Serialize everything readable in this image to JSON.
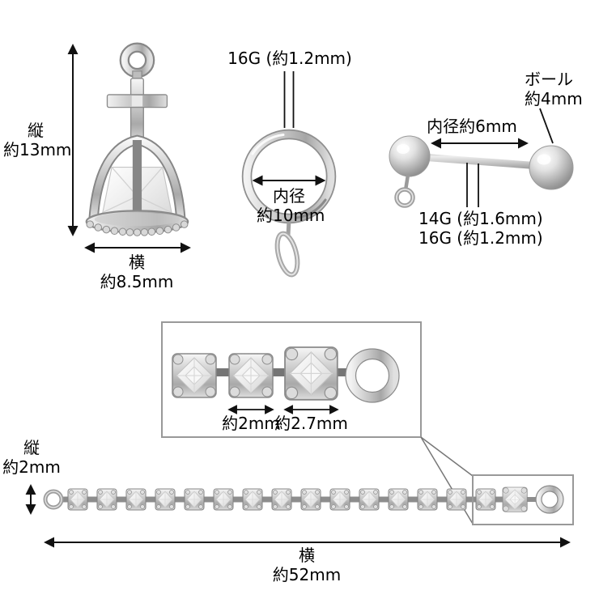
{
  "colors": {
    "background": "#ffffff",
    "text": "#000000",
    "annotation_line": "#111111",
    "metal": "#c6c6c6",
    "callout_border": "#999999"
  },
  "crown": {
    "height_label": {
      "l1": "縦",
      "l2": "約13mm"
    },
    "width_label": {
      "l1": "横",
      "l2": "約8.5mm"
    }
  },
  "ring": {
    "gauge_label": "16G (約1.2mm)",
    "inner_label": {
      "l1": "内径",
      "l2": "約10mm"
    }
  },
  "barbell": {
    "ball_label": {
      "l1": "ボール",
      "l2": "約4mm"
    },
    "inner_label": "内径約6mm",
    "gauge_labels": [
      "14G (約1.6mm)",
      "16G (約1.2mm)"
    ]
  },
  "chain": {
    "stone_small_label": "約2mm",
    "stone_large_label": "約2.7mm",
    "height_label": {
      "l1": "縦",
      "l2": "約2mm"
    },
    "width_label": {
      "l1": "横",
      "l2": "約52mm"
    }
  }
}
